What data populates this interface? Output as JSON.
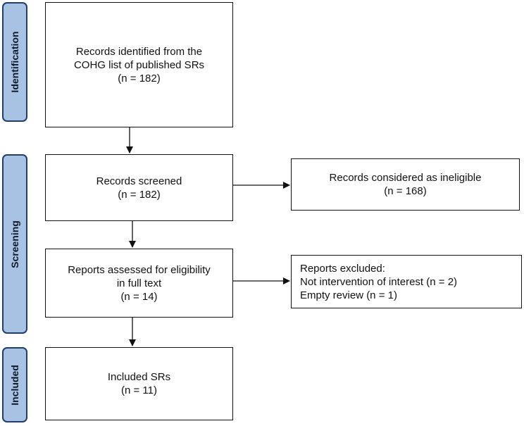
{
  "phases": {
    "identification": "Identification",
    "screening": "Screening",
    "included": "Included"
  },
  "boxes": {
    "identified": {
      "line1": "Records identified from the",
      "line2": "COHG list of published SRs",
      "line3": "(n  = 182)"
    },
    "screened": {
      "line1": "Records screened",
      "line2": "(n = 182)"
    },
    "ineligible": {
      "line1": "Records considered as ineligible",
      "line2": "(n = 168)"
    },
    "assessed": {
      "line1": "Reports assessed for eligibility",
      "line2": "in full text",
      "line3": "(n = 14)"
    },
    "excluded": {
      "line1": "Reports excluded:",
      "line2": "Not intervention of interest (n = 2)",
      "line3": "Empty review (n = 1)"
    },
    "included": {
      "line1": "Included SRs",
      "line2": "(n = 11)"
    }
  },
  "colors": {
    "phase_fill": "#a8c2e4",
    "phase_border": "#1f3f6a",
    "box_border": "#111111"
  }
}
